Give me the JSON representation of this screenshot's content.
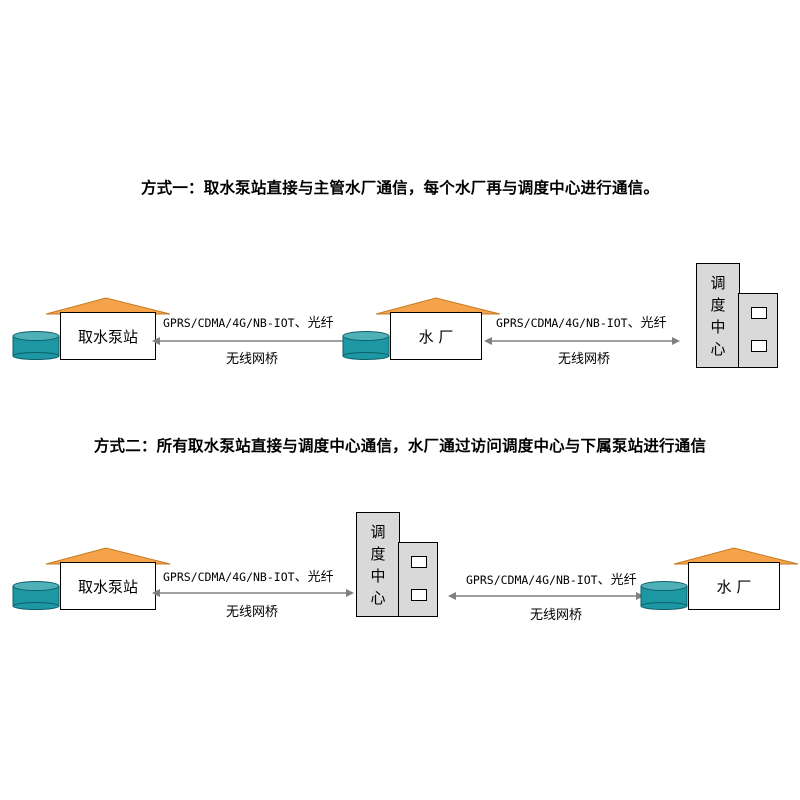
{
  "method1": {
    "heading": "方式一：取水泵站直接与主管水厂通信，每个水厂再与调度中心进行通信。",
    "pump_station": "取水泵站",
    "water_plant": "水 厂",
    "link1": {
      "protocols": "GPRS/CDMA/4G/NB-IOT",
      "sep_fiber": "、光纤",
      "medium": "无线网桥"
    },
    "link2": {
      "protocols": "GPRS/CDMA/4G/NB-IOT",
      "sep_fiber": "、光纤",
      "medium": "无线网桥"
    },
    "dispatch_center": [
      "调",
      "度",
      "中",
      "心"
    ]
  },
  "method2": {
    "heading": "方式二：所有取水泵站直接与调度中心通信，水厂通过访问调度中心与下属泵站进行通信",
    "pump_station": "取水泵站",
    "water_plant": "水 厂",
    "link1": {
      "protocols": "GPRS/CDMA/4G/NB-IOT",
      "sep_fiber": "、光纤",
      "medium": "无线网桥"
    },
    "link2": {
      "protocols": "GPRS/CDMA/4G/NB-IOT",
      "sep_fiber": "、光纤",
      "medium": "无线网桥"
    },
    "dispatch_center": [
      "调",
      "度",
      "中",
      "心"
    ]
  },
  "colors": {
    "roof": "#f5a24a",
    "tank_top": "#4fb0b8",
    "tank_body": "#1d97a4",
    "building": "#d9d9d9",
    "arrow": "#808080"
  }
}
